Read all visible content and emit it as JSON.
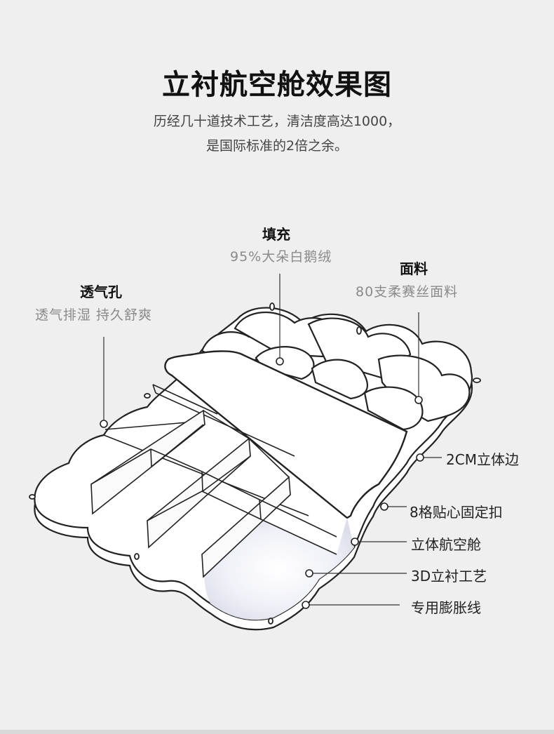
{
  "title": "立衬航空舱效果图",
  "subtitle_line1": "历经几十道技术工艺，清洁度高达1000，",
  "subtitle_line2": "是国际标准的2倍之余。",
  "labels": {
    "fill": {
      "title": "填充",
      "desc": "95%大朵白鹅绒"
    },
    "fabric": {
      "title": "面料",
      "desc": "80支柔赛丝面料"
    },
    "vent": {
      "title": "透气孔",
      "desc": "透气排湿 持久舒爽"
    }
  },
  "right_labels": [
    "2CM立体边",
    "8格贴心固定扣",
    "立体航空舱",
    "3D立衬工艺",
    "专用膨胀线"
  ],
  "colors": {
    "background": "#efefef",
    "outline": "#222222",
    "fill": "#ffffff"
  }
}
